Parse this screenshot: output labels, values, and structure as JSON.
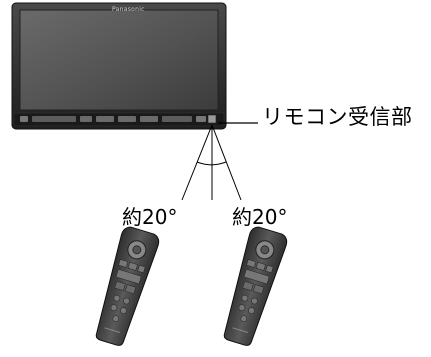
{
  "device": {
    "brand_logo": "Panasonic",
    "colors": {
      "body": "#3a3a3a",
      "screen": "#555555",
      "remote": "#4a4a4a"
    }
  },
  "labels": {
    "receiver": "リモコン受信部",
    "angle_left": "約20°",
    "angle_right": "約20°"
  }
}
